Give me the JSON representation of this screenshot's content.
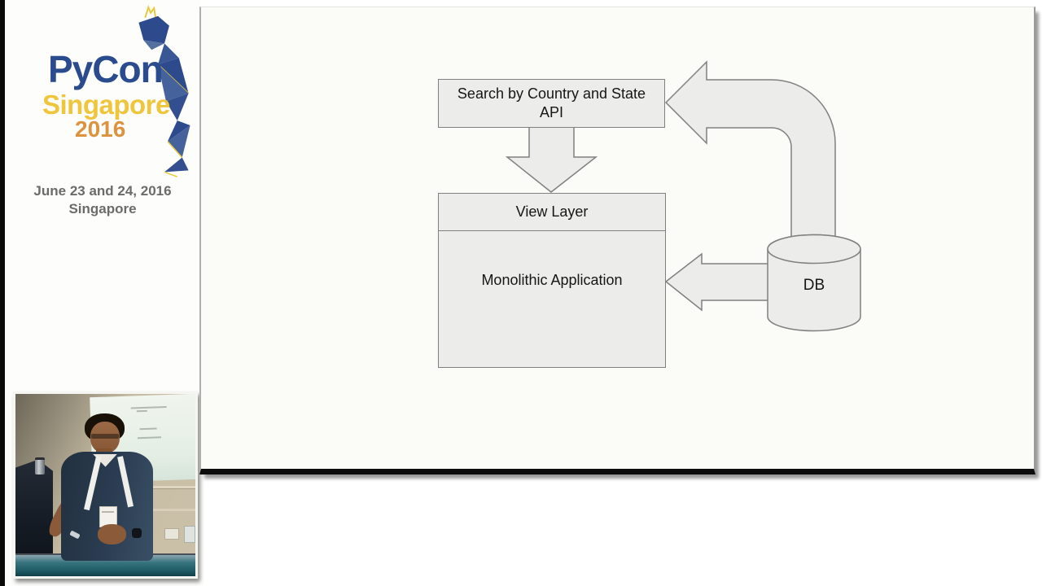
{
  "sidebar": {
    "logo": {
      "title": "PyCon",
      "subtitle": "Singapore",
      "year": "2016",
      "colors": {
        "title_blue": "#2b4b8f",
        "subtitle_yellow": "#efc53b",
        "year_orange": "#dc9340"
      }
    },
    "dates": {
      "line1": "June 23 and 24, 2016",
      "line2": "Singapore"
    }
  },
  "slide": {
    "diagram": {
      "api_box_line1": "Search by Country and State",
      "api_box_line2": "API",
      "view_layer": "View Layer",
      "monolith": "Monolithic Application",
      "db": "DB",
      "shape_fill": "#ececea",
      "shape_stroke": "#808080"
    }
  }
}
